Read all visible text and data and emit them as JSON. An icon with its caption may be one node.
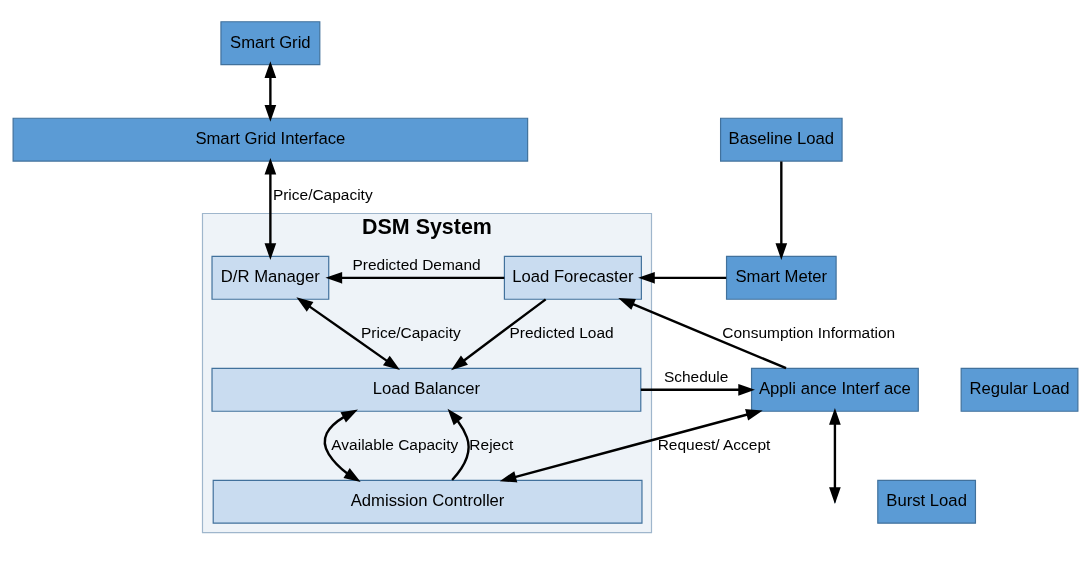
{
  "diagram": {
    "nodes": [
      {
        "text": [
          "Smart Grid"
        ]
      },
      {
        "text": [
          "Smart Grid Interface"
        ]
      },
      {
        "text": [
          "DSM System"
        ]
      },
      {
        "text": [
          "D/R Manager"
        ],
        "in": 2
      },
      {
        "text": [
          "Load Forecaster"
        ],
        "in": 2
      },
      {
        "text": [
          "Load Balancer"
        ],
        "in": 2
      },
      {
        "text": [
          "Admission Controller"
        ],
        "in": 2
      },
      {
        "text": [
          "Smart Meter"
        ]
      },
      {
        "text": [
          "Baseline Load"
        ]
      },
      {
        "text": [
          "Appli ance Interf ace"
        ]
      },
      {
        "text": [
          "Regular Load"
        ]
      },
      {
        "text": [
          "Burst Load"
        ]
      }
    ],
    "edges": [
      {
        "from": 0,
        "to": 1,
        "arrow": "both"
      },
      {
        "from": 1,
        "to": 3,
        "arrow": "both",
        "label": "Price/Capacity"
      },
      {
        "from": 4,
        "to": 3,
        "arrow": "to",
        "label": "Predicted Demand"
      },
      {
        "from": 3,
        "to": 5,
        "arrow": "both",
        "label": "Price/Capacity"
      },
      {
        "from": 4,
        "to": 5,
        "arrow": "to",
        "label": "Predicted Load"
      },
      {
        "from": 5,
        "to": 6,
        "arrow": "both",
        "label": "Available Capacity"
      },
      {
        "from": 6,
        "to": 5,
        "arrow": "to",
        "label": "Reject"
      },
      {
        "from": 8,
        "to": 7,
        "arrow": "to"
      },
      {
        "from": 7,
        "to": 4,
        "arrow": "to"
      },
      {
        "from": 9,
        "to": 4,
        "arrow": "to",
        "label": "Consumption Information"
      },
      {
        "from": 5,
        "to": 9,
        "arrow": "to",
        "label": "Schedule"
      },
      {
        "from": 6,
        "to": 9,
        "arrow": "both",
        "label": "Request/ Accept"
      },
      {
        "from": 9,
        "to": null,
        "arrow": "both"
      }
    ]
  }
}
